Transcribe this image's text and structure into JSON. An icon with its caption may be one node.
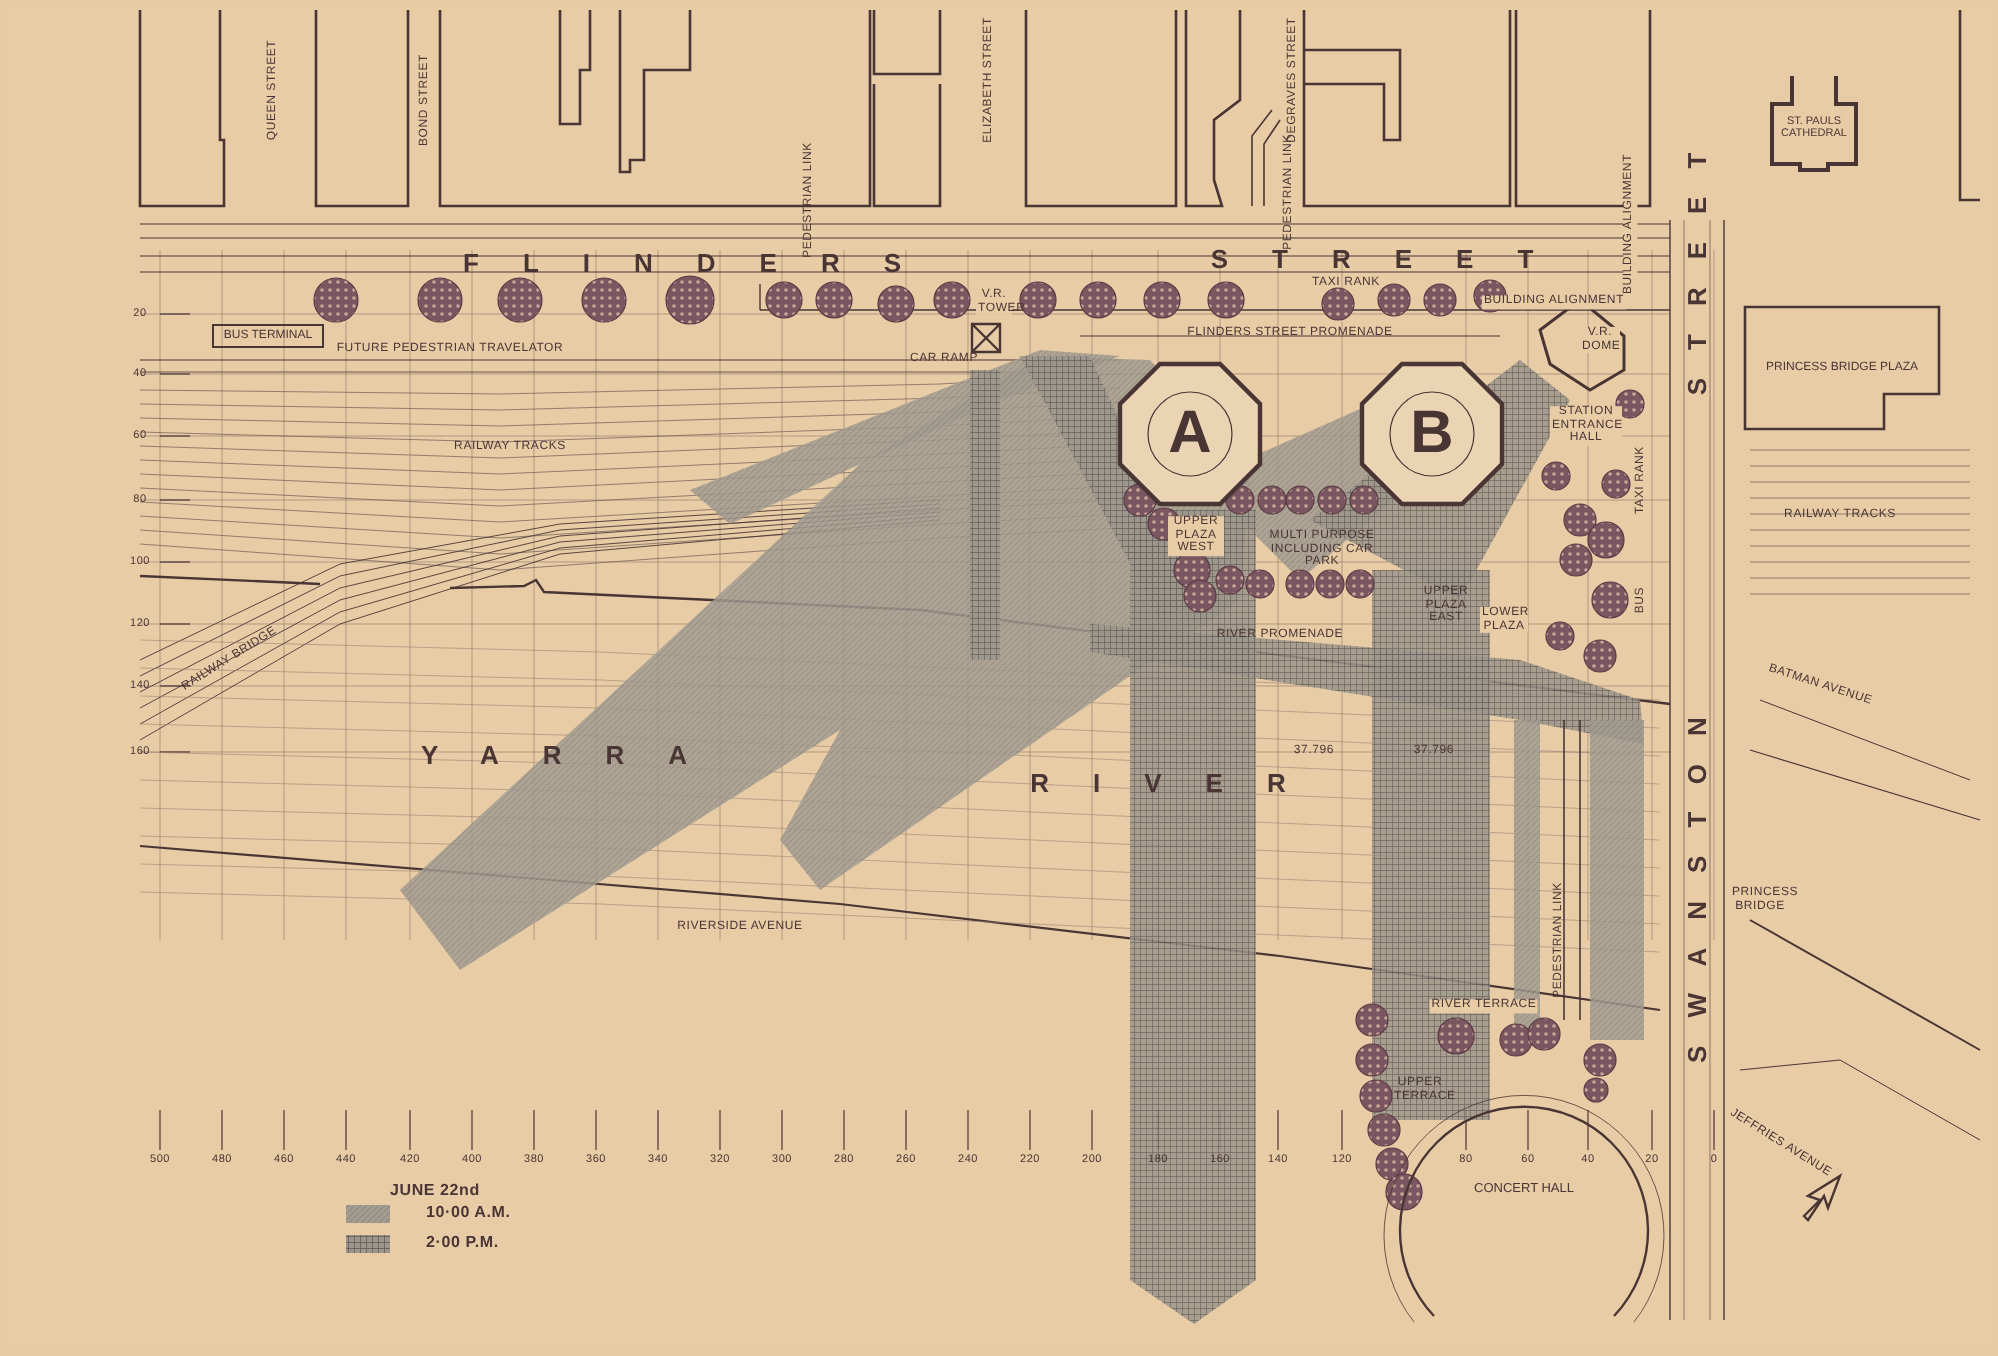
{
  "diagram": {
    "nodes": [
      {
        "text": [
          "A"
        ]
      },
      {
        "text": [
          "B"
        ]
      },
      {
        "text": [
          "PRINCESS BRIDGE PLAZA"
        ]
      },
      {
        "text": [
          "ST. PAULS CATHEDRAL"
        ]
      },
      {
        "text": [
          "BUS TERMINAL"
        ]
      },
      {
        "text": [
          "CONCERT HALL"
        ]
      }
    ],
    "labels": [
      "QUEEN STREET",
      "BOND STREET",
      "PEDESTRIAN LINK",
      "ELIZABETH STREET",
      "DEGRAVES STREET",
      "PEDESTRIAN LINK",
      "STREET",
      "FLINDERS",
      "STREET",
      "TAXI RANK",
      "BUILDING ALIGNMENT",
      "BUILDING ALIGNMENT",
      "V.R. TOWER",
      "V.R. DOME",
      "FUTURE PEDESTRIAN TRAVELATOR",
      "CAR RAMP",
      "FLINDERS STREET PROMENADE",
      "STATION ENTRANCE HALL",
      "RAILWAY TRACKS",
      "RAILWAY TRACKS",
      "TAXI RANK",
      "BUS",
      "UPPER PLAZA WEST",
      "MULTI PURPOSE INCLUDING CAR PARK",
      "UPPER PLAZA EAST",
      "LOWER PLAZA",
      "RIVER PROMENADE",
      "RAILWAY BRIDGE",
      "YARRA",
      "RIVER",
      "37.796",
      "37.796",
      "BATMAN AVENUE",
      "SWANSTON",
      "PRINCESS BRIDGE",
      "PEDESTRIAN LINK",
      "RIVERSIDE AVENUE",
      "RIVER TERRACE",
      "UPPER TERRACE",
      "JEFFRIES AVENUE",
      "20",
      "40",
      "60",
      "80",
      "100",
      "120",
      "140",
      "160",
      "500",
      "480",
      "460",
      "440",
      "420",
      "400",
      "380",
      "360",
      "340",
      "320",
      "300",
      "280",
      "260",
      "240",
      "220",
      "200",
      "180",
      "160",
      "140",
      "120",
      "80",
      "60",
      "40",
      "20",
      "0",
      "JUNE 22nd"
    ],
    "legend": [
      {
        "text": "10·00 A.M."
      },
      {
        "text": "2·00 P.M."
      }
    ]
  }
}
